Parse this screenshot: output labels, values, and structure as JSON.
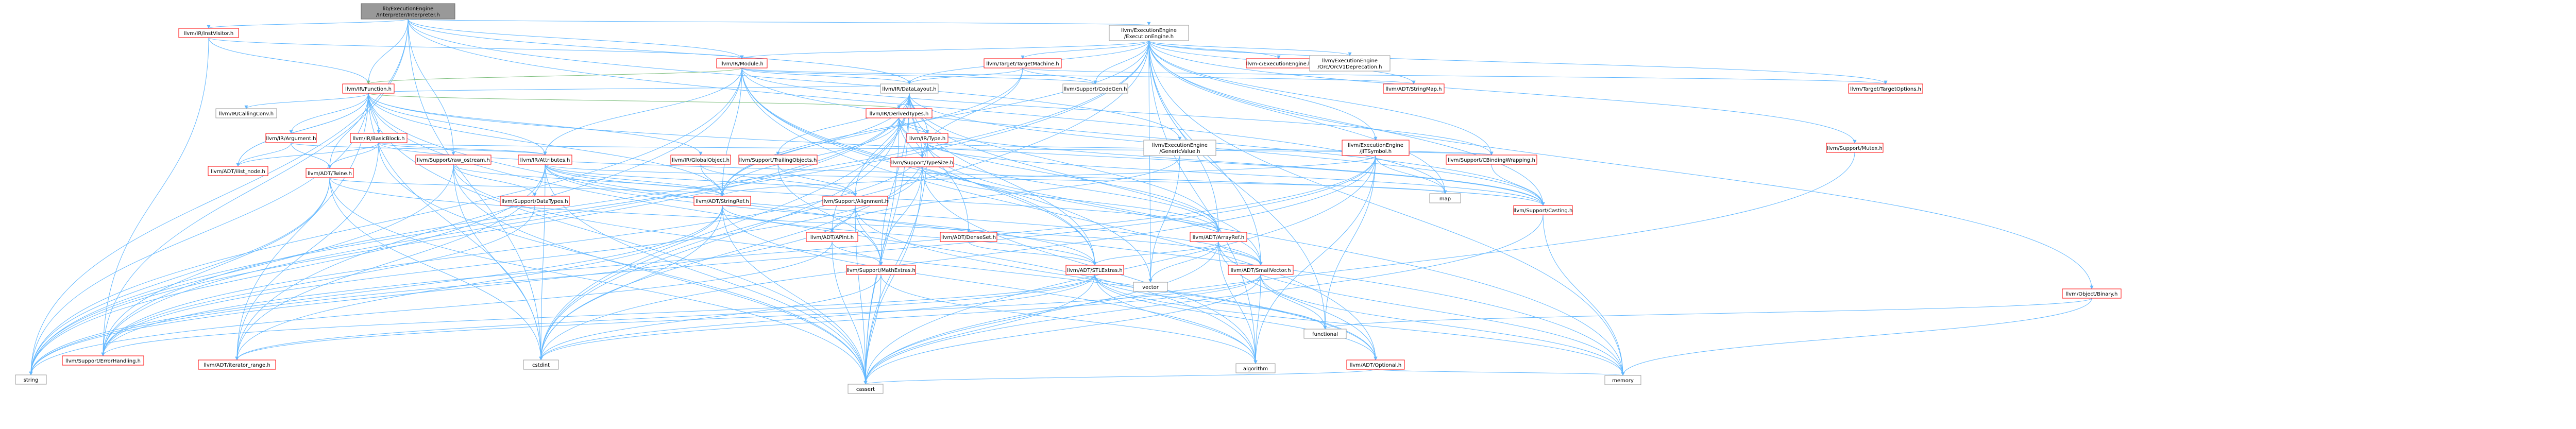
{
  "colors": {
    "root_fill": "#999999",
    "root_border": "#666666",
    "node_fill": "#ffffff",
    "node_border_red": "#ff0000",
    "node_border_grey": "#999999",
    "label_text": "#000000",
    "edge_blue": "#63b8ff",
    "edge_green": "#7fbf7f"
  },
  "nodes": [
    {
      "id": "root",
      "lines": [
        "lib/ExecutionEngine",
        "/Interpreter/Interpreter.h"
      ],
      "kind": "root"
    },
    {
      "id": "irinstvisitor",
      "lines": [
        "llvm/IR/InstVisitor.h"
      ],
      "kind": "red"
    },
    {
      "id": "ee",
      "lines": [
        "llvm/ExecutionEngine",
        "/ExecutionEngine.h"
      ],
      "kind": "plain"
    },
    {
      "id": "cee",
      "lines": [
        "llvm-c/ExecutionEngine.h"
      ],
      "kind": "red"
    },
    {
      "id": "orcv1",
      "lines": [
        "llvm/ExecutionEngine",
        "/Orc/OrcV1Deprecation.h"
      ],
      "kind": "plain"
    },
    {
      "id": "module",
      "lines": [
        "llvm/IR/Module.h"
      ],
      "kind": "red"
    },
    {
      "id": "targetmachine",
      "lines": [
        "llvm/Target/TargetMachine.h"
      ],
      "kind": "red"
    },
    {
      "id": "function",
      "lines": [
        "llvm/IR/Function.h"
      ],
      "kind": "red"
    },
    {
      "id": "datalayout",
      "lines": [
        "llvm/IR/DataLayout.h"
      ],
      "kind": "plain"
    },
    {
      "id": "stringmap",
      "lines": [
        "llvm/ADT/StringMap.h"
      ],
      "kind": "red"
    },
    {
      "id": "codegen",
      "lines": [
        "llvm/Support/CodeGen.h"
      ],
      "kind": "plain"
    },
    {
      "id": "targetoptions",
      "lines": [
        "llvm/Target/TargetOptions.h"
      ],
      "kind": "red"
    },
    {
      "id": "callingconv",
      "lines": [
        "llvm/IR/CallingConv.h"
      ],
      "kind": "plain"
    },
    {
      "id": "derivedtypes",
      "lines": [
        "llvm/IR/DerivedTypes.h"
      ],
      "kind": "red"
    },
    {
      "id": "argument",
      "lines": [
        "llvm/IR/Argument.h"
      ],
      "kind": "red"
    },
    {
      "id": "basicblock",
      "lines": [
        "llvm/IR/BasicBlock.h"
      ],
      "kind": "red"
    },
    {
      "id": "type",
      "lines": [
        "llvm/IR/Type.h"
      ],
      "kind": "red"
    },
    {
      "id": "rawostream",
      "lines": [
        "llvm/Support/raw_ostream.h"
      ],
      "kind": "red"
    },
    {
      "id": "attributes",
      "lines": [
        "llvm/IR/Attributes.h"
      ],
      "kind": "red"
    },
    {
      "id": "globalobject",
      "lines": [
        "llvm/IR/GlobalObject.h"
      ],
      "kind": "red"
    },
    {
      "id": "trailing",
      "lines": [
        "llvm/Support/TrailingObjects.h"
      ],
      "kind": "red"
    },
    {
      "id": "typesize",
      "lines": [
        "llvm/Support/TypeSize.h"
      ],
      "kind": "red"
    },
    {
      "id": "genericvalue",
      "lines": [
        "llvm/ExecutionEngine",
        "/GenericValue.h"
      ],
      "kind": "plain"
    },
    {
      "id": "jitsymbol",
      "lines": [
        "llvm/ExecutionEngine",
        "/JITSymbol.h"
      ],
      "kind": "red"
    },
    {
      "id": "cbindingwrapping",
      "lines": [
        "llvm/Support/CBindingWrapping.h"
      ],
      "kind": "red"
    },
    {
      "id": "mutex",
      "lines": [
        "llvm/Support/Mutex.h"
      ],
      "kind": "red"
    },
    {
      "id": "objectbinary",
      "lines": [
        "llvm/Object/Binary.h"
      ],
      "kind": "red"
    },
    {
      "id": "ilistnode",
      "lines": [
        "llvm/ADT/ilist_node.h"
      ],
      "kind": "red"
    },
    {
      "id": "twine",
      "lines": [
        "llvm/ADT/Twine.h"
      ],
      "kind": "red"
    },
    {
      "id": "datatypes",
      "lines": [
        "llvm/Support/DataTypes.h"
      ],
      "kind": "red"
    },
    {
      "id": "stringref",
      "lines": [
        "llvm/ADT/StringRef.h"
      ],
      "kind": "red"
    },
    {
      "id": "alignment",
      "lines": [
        "llvm/Support/Alignment.h"
      ],
      "kind": "red"
    },
    {
      "id": "apint",
      "lines": [
        "llvm/ADT/APInt.h"
      ],
      "kind": "red"
    },
    {
      "id": "densemap",
      "lines": [
        "llvm/ADT/DenseSet.h"
      ],
      "kind": "red"
    },
    {
      "id": "arrayref",
      "lines": [
        "llvm/ADT/ArrayRef.h"
      ],
      "kind": "red"
    },
    {
      "id": "casting",
      "lines": [
        "llvm/Support/Casting.h"
      ],
      "kind": "red"
    },
    {
      "id": "map",
      "lines": [
        "map"
      ],
      "kind": "grey"
    },
    {
      "id": "stlextras",
      "lines": [
        "llvm/ADT/STLExtras.h"
      ],
      "kind": "red"
    },
    {
      "id": "smallvector",
      "lines": [
        "llvm/ADT/SmallVector.h"
      ],
      "kind": "red"
    },
    {
      "id": "vector",
      "lines": [
        "vector"
      ],
      "kind": "grey"
    },
    {
      "id": "mathextras",
      "lines": [
        "llvm/Support/MathExtras.h"
      ],
      "kind": "red"
    },
    {
      "id": "errorhandling",
      "lines": [
        "llvm/Support/ErrorHandling.h"
      ],
      "kind": "red"
    },
    {
      "id": "iteratorrange",
      "lines": [
        "llvm/ADT/iterator_range.h"
      ],
      "kind": "red"
    },
    {
      "id": "cstdint",
      "lines": [
        "cstdint"
      ],
      "kind": "grey"
    },
    {
      "id": "algorithm",
      "lines": [
        "algorithm"
      ],
      "kind": "grey"
    },
    {
      "id": "functional",
      "lines": [
        "functional"
      ],
      "kind": "grey"
    },
    {
      "id": "optional",
      "lines": [
        "llvm/ADT/Optional.h"
      ],
      "kind": "red"
    },
    {
      "id": "memory",
      "lines": [
        "memory"
      ],
      "kind": "grey"
    },
    {
      "id": "string",
      "lines": [
        "string"
      ],
      "kind": "grey"
    },
    {
      "id": "cassert",
      "lines": [
        "cassert"
      ],
      "kind": "grey"
    }
  ],
  "edges": [
    [
      "root",
      "irinstvisitor"
    ],
    [
      "root",
      "ee"
    ],
    [
      "root",
      "module"
    ],
    [
      "root",
      "function"
    ],
    [
      "root",
      "datalayout"
    ],
    [
      "root",
      "rawostream"
    ],
    [
      "root",
      "genericvalue"
    ],
    [
      "root",
      "errorhandling"
    ],
    [
      "root",
      "string"
    ],
    [
      "root",
      "cstdint"
    ],
    [
      "root",
      "map"
    ],
    [
      "irinstvisitor",
      "function"
    ],
    [
      "irinstvisitor",
      "module"
    ],
    [
      "irinstvisitor",
      "errorhandling"
    ],
    [
      "ee",
      "cee"
    ],
    [
      "ee",
      "orcv1"
    ],
    [
      "ee",
      "module"
    ],
    [
      "ee",
      "targetmachine"
    ],
    [
      "ee",
      "datalayout"
    ],
    [
      "ee",
      "stringmap"
    ],
    [
      "ee",
      "codegen"
    ],
    [
      "ee",
      "targetoptions"
    ],
    [
      "ee",
      "jitsymbol"
    ],
    [
      "ee",
      "cbindingwrapping"
    ],
    [
      "ee",
      "mutex"
    ],
    [
      "ee",
      "objectbinary"
    ],
    [
      "ee",
      "arrayref"
    ],
    [
      "ee",
      "smallvector"
    ],
    [
      "ee",
      "stringref"
    ],
    [
      "ee",
      "errorhandling"
    ],
    [
      "ee",
      "algorithm"
    ],
    [
      "ee",
      "cstdint"
    ],
    [
      "ee",
      "functional"
    ],
    [
      "ee",
      "map"
    ],
    [
      "ee",
      "memory"
    ],
    [
      "ee",
      "string"
    ],
    [
      "ee",
      "vector"
    ],
    [
      "ee",
      "casting"
    ],
    [
      "module",
      "function"
    ],
    [
      "module",
      "datalayout"
    ],
    [
      "module",
      "stringmap"
    ],
    [
      "module",
      "codegen"
    ],
    [
      "module",
      "stringref"
    ],
    [
      "module",
      "attributes"
    ],
    [
      "module",
      "iteratorrange"
    ],
    [
      "module",
      "casting"
    ],
    [
      "module",
      "cbindingwrapping"
    ],
    [
      "module",
      "cstddef"
    ],
    [
      "module",
      "string"
    ],
    [
      "module",
      "vector"
    ],
    [
      "module",
      "memory"
    ],
    [
      "module",
      "optional"
    ],
    [
      "module",
      "stlextras"
    ],
    [
      "targetmachine",
      "datalayout"
    ],
    [
      "targetmachine",
      "codegen"
    ],
    [
      "targetmachine",
      "targetoptions"
    ],
    [
      "targetmachine",
      "stringref"
    ],
    [
      "targetmachine",
      "typesize"
    ],
    [
      "function",
      "callingconv"
    ],
    [
      "function",
      "derivedtypes"
    ],
    [
      "function",
      "argument"
    ],
    [
      "function",
      "basicblock"
    ],
    [
      "function",
      "attributes"
    ],
    [
      "function",
      "globalobject"
    ],
    [
      "function",
      "datalayout"
    ],
    [
      "function",
      "twine"
    ],
    [
      "function",
      "ilistnode"
    ],
    [
      "function",
      "stringref"
    ],
    [
      "function",
      "iteratorrange"
    ],
    [
      "function",
      "casting"
    ],
    [
      "function",
      "string"
    ],
    [
      "function",
      "memory"
    ],
    [
      "function",
      "cassert"
    ],
    [
      "function",
      "cstdint"
    ],
    [
      "function",
      "algorithm"
    ],
    [
      "function",
      "ilistnode"
    ],
    [
      "datalayout",
      "derivedtypes"
    ],
    [
      "datalayout",
      "type"
    ],
    [
      "datalayout",
      "arrayref"
    ],
    [
      "datalayout",
      "stringref"
    ],
    [
      "datalayout",
      "alignment"
    ],
    [
      "datalayout",
      "typesize"
    ],
    [
      "datalayout",
      "trailing"
    ],
    [
      "datalayout",
      "mathextras"
    ],
    [
      "datalayout",
      "errorhandling"
    ],
    [
      "datalayout",
      "smallvector"
    ],
    [
      "datalayout",
      "densemap"
    ],
    [
      "datalayout",
      "apint"
    ],
    [
      "datalayout",
      "stlextras"
    ],
    [
      "datalayout",
      "cstdint"
    ],
    [
      "datalayout",
      "string"
    ],
    [
      "datalayout",
      "cassert"
    ],
    [
      "datalayout",
      "casting"
    ],
    [
      "derivedtypes",
      "type"
    ],
    [
      "derivedtypes",
      "arrayref"
    ],
    [
      "derivedtypes",
      "stlextras"
    ],
    [
      "derivedtypes",
      "stringref"
    ],
    [
      "derivedtypes",
      "casting"
    ],
    [
      "derivedtypes",
      "typesize"
    ],
    [
      "derivedtypes",
      "cassert"
    ],
    [
      "derivedtypes",
      "cstdint"
    ],
    [
      "type",
      "arrayref"
    ],
    [
      "type",
      "smallvector"
    ],
    [
      "type",
      "typesize"
    ],
    [
      "type",
      "casting"
    ],
    [
      "type",
      "cbindingwrapping"
    ],
    [
      "type",
      "cassert"
    ],
    [
      "type",
      "cstdint"
    ],
    [
      "type",
      "errorhandling"
    ],
    [
      "argument",
      "twine"
    ],
    [
      "argument",
      "ilistnode"
    ],
    [
      "argument",
      "attributes"
    ],
    [
      "basicblock",
      "twine"
    ],
    [
      "basicblock",
      "ilistnode"
    ],
    [
      "basicblock",
      "iteratorrange"
    ],
    [
      "basicblock",
      "attributes"
    ],
    [
      "basicblock",
      "casting"
    ],
    [
      "basicblock",
      "cbindingwrapping"
    ],
    [
      "basicblock",
      "cassert"
    ],
    [
      "basicblock",
      "cstddef"
    ],
    [
      "rawostream",
      "stringref"
    ],
    [
      "rawostream",
      "datatypes"
    ],
    [
      "rawostream",
      "cassert"
    ],
    [
      "rawostream",
      "cstdint"
    ],
    [
      "rawostream",
      "string"
    ],
    [
      "rawostream",
      "optional"
    ],
    [
      "attributes",
      "stringref"
    ],
    [
      "attributes",
      "arrayref"
    ],
    [
      "attributes",
      "smallvector"
    ],
    [
      "attributes",
      "stlextras"
    ],
    [
      "attributes",
      "alignment"
    ],
    [
      "attributes",
      "iteratorrange"
    ],
    [
      "attributes",
      "cassert"
    ],
    [
      "attributes",
      "cstdint"
    ],
    [
      "attributes",
      "string"
    ],
    [
      "attributes",
      "map"
    ],
    [
      "globalobject",
      "stringref"
    ],
    [
      "globalobject",
      "alignment"
    ],
    [
      "trailing",
      "alignment"
    ],
    [
      "trailing",
      "mathextras"
    ],
    [
      "typesize",
      "mathextras"
    ],
    [
      "typesize",
      "errorhandling"
    ],
    [
      "typesize",
      "cassert"
    ],
    [
      "typesize",
      "algorithm"
    ],
    [
      "typesize",
      "arrayref"
    ],
    [
      "genericvalue",
      "apint"
    ],
    [
      "genericvalue",
      "vector"
    ],
    [
      "jitsymbol",
      "stringref"
    ],
    [
      "jitsymbol",
      "errorhandling"
    ],
    [
      "jitsymbol",
      "functional"
    ],
    [
      "jitsymbol",
      "algorithm"
    ],
    [
      "jitsymbol",
      "cassert"
    ],
    [
      "jitsymbol",
      "cstddef"
    ],
    [
      "jitsymbol",
      "cstdint"
    ],
    [
      "jitsymbol",
      "map"
    ],
    [
      "jitsymbol",
      "string"
    ],
    [
      "cbindingwrapping",
      "casting"
    ],
    [
      "mutex",
      "cassert"
    ],
    [
      "objectbinary",
      "memory"
    ],
    [
      "objectbinary",
      "functional"
    ],
    [
      "twine",
      "stringref"
    ],
    [
      "twine",
      "smallvector"
    ],
    [
      "twine",
      "errorhandling"
    ],
    [
      "twine",
      "cassert"
    ],
    [
      "twine",
      "cstdint"
    ],
    [
      "twine",
      "string"
    ],
    [
      "datatypes",
      "errorhandling"
    ],
    [
      "stringref",
      "stlextras"
    ],
    [
      "stringref",
      "iteratorrange"
    ],
    [
      "stringref",
      "string"
    ],
    [
      "stringref",
      "cassert"
    ],
    [
      "stringref",
      "cstdint"
    ],
    [
      "stringref",
      "algorithm"
    ],
    [
      "alignment",
      "mathextras"
    ],
    [
      "alignment",
      "cassert"
    ],
    [
      "alignment",
      "optional"
    ],
    [
      "alignment",
      "string"
    ],
    [
      "apint",
      "mathextras"
    ],
    [
      "apint",
      "cassert"
    ],
    [
      "apint",
      "string"
    ],
    [
      "densemap",
      "stlextras"
    ],
    [
      "arrayref",
      "smallvector"
    ],
    [
      "arrayref",
      "stlextras"
    ],
    [
      "arrayref",
      "optional"
    ],
    [
      "arrayref",
      "vector"
    ],
    [
      "arrayref",
      "cassert"
    ],
    [
      "arrayref",
      "algorithm"
    ],
    [
      "arrayref",
      "memory"
    ],
    [
      "casting",
      "cassert"
    ],
    [
      "casting",
      "memory"
    ],
    [
      "stlextras",
      "iteratorrange"
    ],
    [
      "stlextras",
      "optional"
    ],
    [
      "stlextras",
      "errorhandling"
    ],
    [
      "stlextras",
      "functional"
    ],
    [
      "stlextras",
      "algorithm"
    ],
    [
      "stlextras",
      "cassert"
    ],
    [
      "stlextras",
      "cstdint"
    ],
    [
      "stlextras",
      "memory"
    ],
    [
      "smallvector",
      "iteratorrange"
    ],
    [
      "smallvector",
      "algorithm"
    ],
    [
      "smallvector",
      "functional"
    ],
    [
      "smallvector",
      "cassert"
    ],
    [
      "smallvector",
      "cstdint"
    ],
    [
      "smallvector",
      "memory"
    ],
    [
      "mathextras",
      "cassert"
    ],
    [
      "mathextras",
      "algorithm"
    ],
    [
      "mathextras",
      "cstdint"
    ],
    [
      "optional",
      "cassert"
    ],
    [
      "optional",
      "memory"
    ]
  ]
}
